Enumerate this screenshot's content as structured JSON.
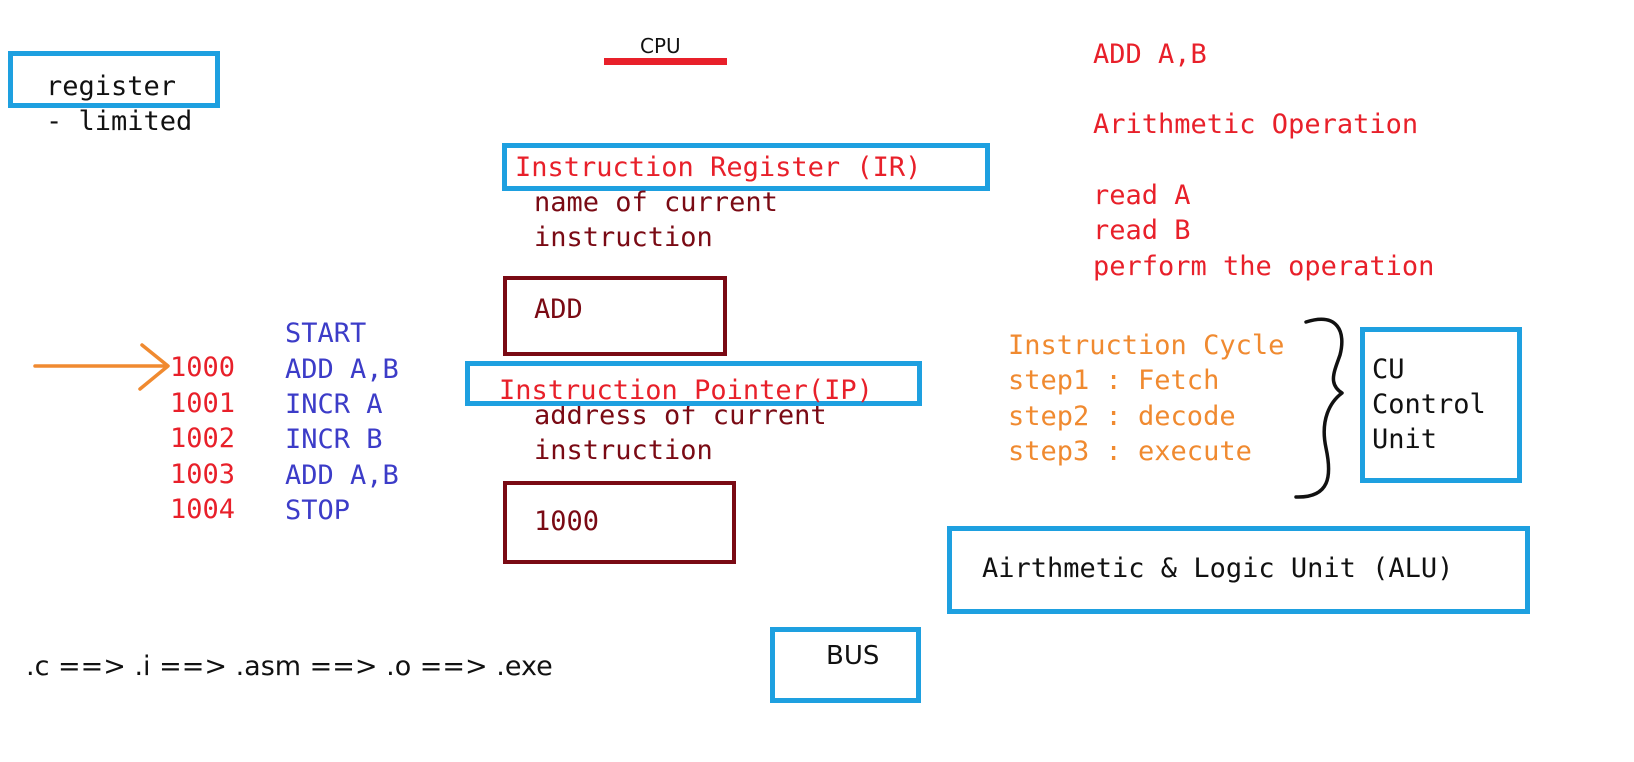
{
  "colors": {
    "box_blue": "#1ea0e0",
    "box_maroon": "#7a0a14",
    "text_red": "#e8202a",
    "text_blue": "#3c3cc8",
    "text_orange": "#f08a30",
    "arrow_orange": "#f08a30",
    "cpu_bar_red": "#e8202a"
  },
  "register": {
    "title": "register",
    "note": "- limited"
  },
  "cpu": {
    "label": "CPU"
  },
  "instruction_register": {
    "title": "Instruction Register (IR)",
    "desc_line1": "name of current",
    "desc_line2": "instruction",
    "value": "ADD"
  },
  "instruction_pointer": {
    "title": "Instruction Pointer(IP)",
    "desc_line1": "address of current",
    "desc_line2": "instruction",
    "value": "1000"
  },
  "program": {
    "start_label": "START",
    "lines": [
      {
        "address": "1000",
        "instruction": "ADD A,B"
      },
      {
        "address": "1001",
        "instruction": "INCR A"
      },
      {
        "address": "1002",
        "instruction": "INCR B"
      },
      {
        "address": "1003",
        "instruction": "ADD A,B"
      },
      {
        "address": "1004",
        "instruction": "STOP"
      }
    ]
  },
  "operation_notes": {
    "line1": "ADD A,B",
    "line2": "Arithmetic Operation",
    "line3": "read A",
    "line4": "read B",
    "line5": "perform the operation"
  },
  "instruction_cycle": {
    "title": "Instruction Cycle",
    "step1": "step1 : Fetch",
    "step2": "step2 : decode",
    "step3": "step3 : execute"
  },
  "control_unit": {
    "line1": "CU",
    "line2": "Control",
    "line3": "Unit"
  },
  "alu": {
    "label": "Airthmetic & Logic Unit (ALU)"
  },
  "bus": {
    "label": "BUS"
  },
  "compile_chain": {
    "text": ".c ==> .i ==> .asm ==> .o ==> .exe"
  }
}
